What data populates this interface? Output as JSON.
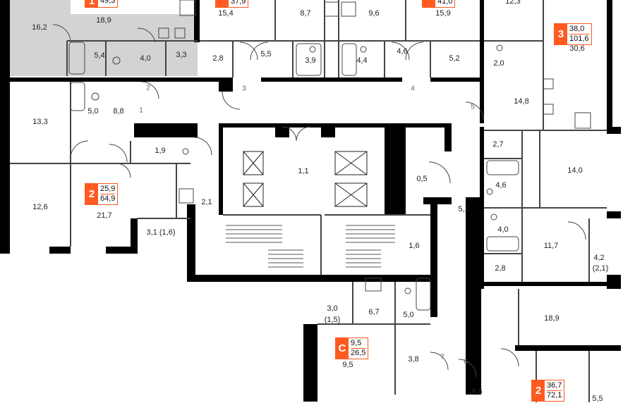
{
  "plan": {
    "colors": {
      "wall": "#000000",
      "accent": "#ff5a1f",
      "highlight_fill": "#d3d3d3",
      "line": "#444444"
    },
    "apartments": [
      {
        "id": "apt-1",
        "type": "1",
        "living": "",
        "total": "49,3"
      },
      {
        "id": "apt-top-2",
        "type": "",
        "living": "",
        "total": "37,9"
      },
      {
        "id": "apt-top-3",
        "type": "",
        "living": "",
        "total": "41,0"
      },
      {
        "id": "apt-3",
        "type": "3",
        "living": "38,0",
        "total": "101,6"
      },
      {
        "id": "apt-2-left",
        "type": "2",
        "living": "25,9",
        "total": "64,9"
      },
      {
        "id": "apt-c",
        "type": "C",
        "living": "9,5",
        "total": "26,5"
      },
      {
        "id": "apt-2-right",
        "type": "2",
        "living": "36,7",
        "total": "72,1"
      }
    ],
    "rooms": [
      "16,2",
      "18,9",
      "5,4",
      "4,0",
      "3,3",
      "15,4",
      "2,8",
      "5,5",
      "8,7",
      "3,9",
      "9,6",
      "4,4",
      "4,6",
      "15,9",
      "5,2",
      "12,3",
      "30,6",
      "2,0",
      "14,8",
      "13,3",
      "5,0",
      "8,8",
      "1,9",
      "12,6",
      "21,7",
      "3,1 (1,6)",
      "2,1",
      "1,1",
      "0,5",
      "5,1",
      "1,6",
      "2,7",
      "14,0",
      "4,6",
      "4,0",
      "11,7",
      "4,2",
      "(2,1)",
      "2,8",
      "3,0",
      "(1,5)",
      "6,7",
      "5,0",
      "9,5",
      "3,8",
      "18,9",
      "8,6",
      "5,5"
    ],
    "doors": [
      "2",
      "1",
      "3",
      "4",
      "5",
      "6",
      "7"
    ]
  }
}
